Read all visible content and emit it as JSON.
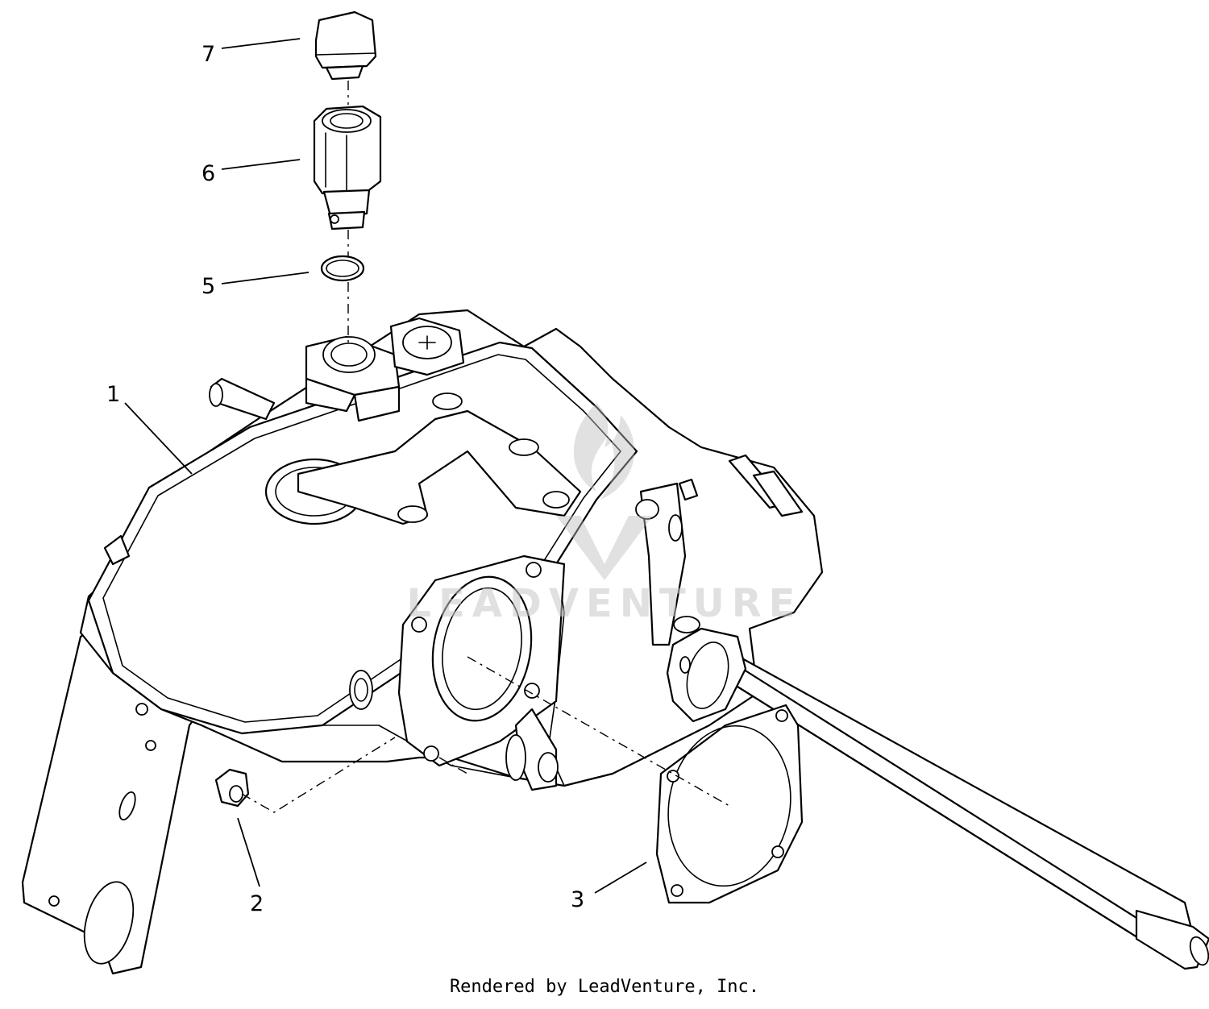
{
  "callouts": [
    {
      "id": "1",
      "label": "1"
    },
    {
      "id": "2",
      "label": "2"
    },
    {
      "id": "3",
      "label": "3"
    },
    {
      "id": "5",
      "label": "5"
    },
    {
      "id": "6",
      "label": "6"
    },
    {
      "id": "7",
      "label": "7"
    }
  ],
  "watermark": {
    "text": "LEADVENTURE"
  },
  "footer": {
    "credit": "Rendered by LeadVenture, Inc."
  },
  "colors": {
    "line": "#000000",
    "background": "#ffffff",
    "watermark": "#c8c8c8"
  }
}
